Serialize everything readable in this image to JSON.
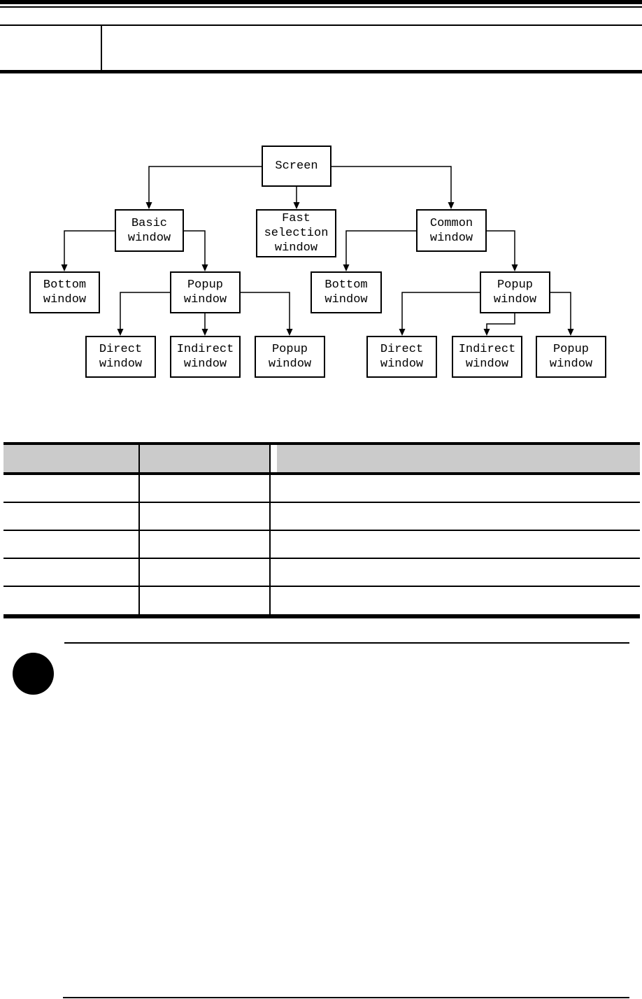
{
  "colors": {
    "ink": "#000000",
    "page_bg": "#ffffff",
    "table_header_bg": "#cbcbcb"
  },
  "icons": {
    "note_icon": "black-filled-circle"
  },
  "doc_header": {
    "left_cell": "",
    "right_cell": ""
  },
  "diagram": {
    "nodes": {
      "screen": "Screen",
      "basic_window": "Basic\nwindow",
      "fast_selection_window": "Fast\nselection\nwindow",
      "common_window": "Common\nwindow",
      "basic_bottom_window": "Bottom\nwindow",
      "basic_popup_window": "Popup\nwindow",
      "common_bottom_window": "Bottom\nwindow",
      "common_popup_window": "Popup\nwindow",
      "basic_direct_window": "Direct\nwindow",
      "basic_indirect_window": "Indirect\nwindow",
      "basic_popup_child_window": "Popup\nwindow",
      "common_direct_window": "Direct\nwindow",
      "common_indirect_window": "Indirect\nwindow",
      "common_popup_child_window": "Popup\nwindow"
    }
  },
  "spec_table": {
    "columns": [
      "",
      "",
      ""
    ],
    "rows": [
      [
        "",
        "",
        ""
      ],
      [
        "",
        "",
        ""
      ],
      [
        "",
        "",
        ""
      ],
      [
        "",
        "",
        ""
      ],
      [
        "",
        "",
        ""
      ]
    ]
  }
}
